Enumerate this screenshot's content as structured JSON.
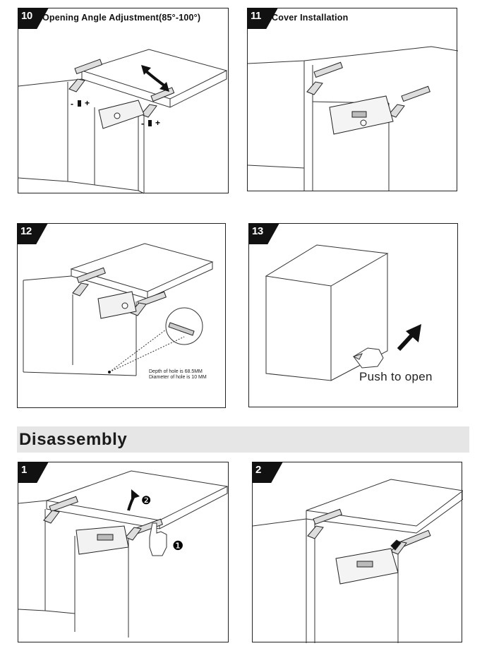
{
  "steps": [
    {
      "number": "10",
      "title": "Opening Angle Adjustment(85°-100°)"
    },
    {
      "number": "11",
      "title": "Cover Installation"
    },
    {
      "number": "12",
      "title": "",
      "note_depth": "Depth of hole is 68.5MM",
      "note_diameter": "Diameter of hole is 10 MM"
    },
    {
      "number": "13",
      "title": "",
      "caption": "Push to open"
    }
  ],
  "disassembly": {
    "title": "Disassembly",
    "steps": [
      {
        "number": "1",
        "callouts": [
          "❷",
          "❶"
        ]
      },
      {
        "number": "2"
      }
    ]
  },
  "adjust_labels": {
    "minus": "-",
    "plus": "+"
  },
  "icons": [
    "rotate-arrows-icon",
    "push-arrow-icon",
    "hand-icon",
    "lift-arrow-icon"
  ]
}
